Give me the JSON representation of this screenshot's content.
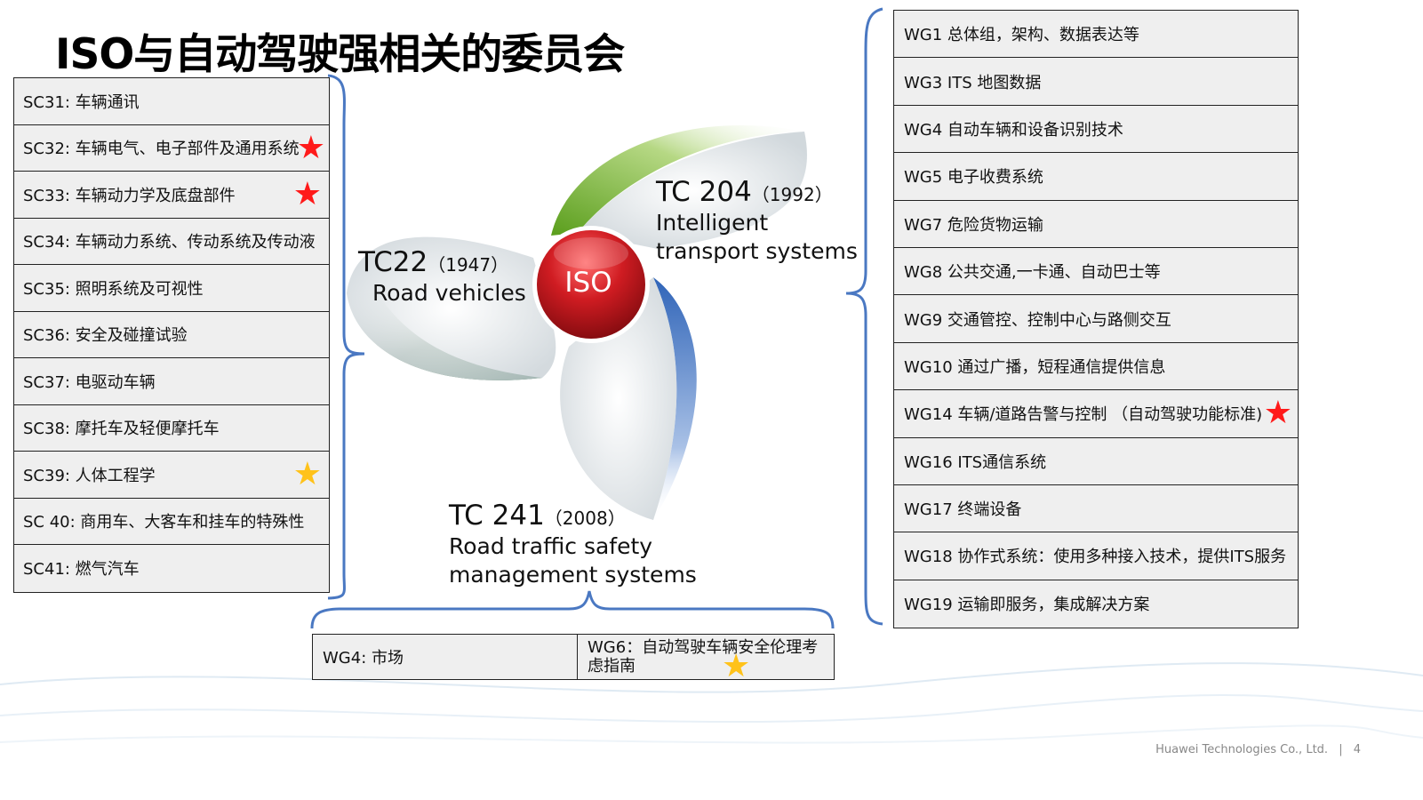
{
  "title": "ISO与自动驾驶强相关的委员会",
  "center_logo": "ISO",
  "tc22": {
    "code": "TC22",
    "year": "（1947）",
    "name": "Road vehicles"
  },
  "tc204": {
    "code": "TC 204",
    "year": "（1992）",
    "name_lines": [
      "Intelligent",
      "transport systems"
    ]
  },
  "tc241": {
    "code": "TC 241",
    "year": "（2008）",
    "name_lines": [
      "Road traffic safety",
      "management systems"
    ]
  },
  "sc_items": [
    {
      "label": "SC31: 车辆通讯",
      "star": ""
    },
    {
      "label": "SC32: 车辆电气、电子部件及通用系统",
      "star": "red"
    },
    {
      "label": "SC33: 车辆动力学及底盘部件",
      "star": "red"
    },
    {
      "label": "SC34: 车辆动力系统、传动系统及传动液",
      "star": ""
    },
    {
      "label": "SC35: 照明系统及可视性",
      "star": ""
    },
    {
      "label": "SC36: 安全及碰撞试验",
      "star": ""
    },
    {
      "label": "SC37: 电驱动车辆",
      "star": ""
    },
    {
      "label": "SC38: 摩托车及轻便摩托车",
      "star": ""
    },
    {
      "label": "SC39: 人体工程学",
      "star": "gold"
    },
    {
      "label": "SC 40: 商用车、大客车和挂车的特殊性",
      "star": ""
    },
    {
      "label": "SC41: 燃气汽车",
      "star": ""
    }
  ],
  "wg_items": [
    {
      "label": "WG1 总体组，架构、数据表达等",
      "star": ""
    },
    {
      "label": "WG3 ITS 地图数据",
      "star": ""
    },
    {
      "label": "WG4 自动车辆和设备识别技术",
      "star": ""
    },
    {
      "label": "WG5 电子收费系统",
      "star": ""
    },
    {
      "label": "WG7 危险货物运输",
      "star": ""
    },
    {
      "label": "WG8 公共交通,一卡通、自动巴士等",
      "star": ""
    },
    {
      "label": "WG9 交通管控、控制中心与路侧交互",
      "star": ""
    },
    {
      "label": "WG10 通过广播，短程通信提供信息",
      "star": ""
    },
    {
      "label": "WG14 车辆/道路告警与控制 （自动驾驶功能标准)",
      "star": "red"
    },
    {
      "label": "WG16 ITS通信系统",
      "star": ""
    },
    {
      "label": "WG17 终端设备",
      "star": ""
    },
    {
      "label": "WG18 协作式系统：使用多种接入技术，提供ITS服务",
      "star": ""
    },
    {
      "label": "WG19 运输即服务，集成解决方案",
      "star": ""
    }
  ],
  "tc241_wgs": [
    {
      "label": "WG4: 市场",
      "star": ""
    },
    {
      "label": "WG6：自动驾驶车辆安全伦理考虑指南",
      "star": "gold"
    }
  ],
  "star_glyph": "★",
  "colors": {
    "red_star": "#ff1a1a",
    "gold_star": "#ffc21a",
    "bracket": "#4a78c2",
    "iso_red": "#c8141c"
  },
  "footer": {
    "company": "Huawei Technologies Co., Ltd.",
    "separator": "|",
    "page": "4"
  }
}
